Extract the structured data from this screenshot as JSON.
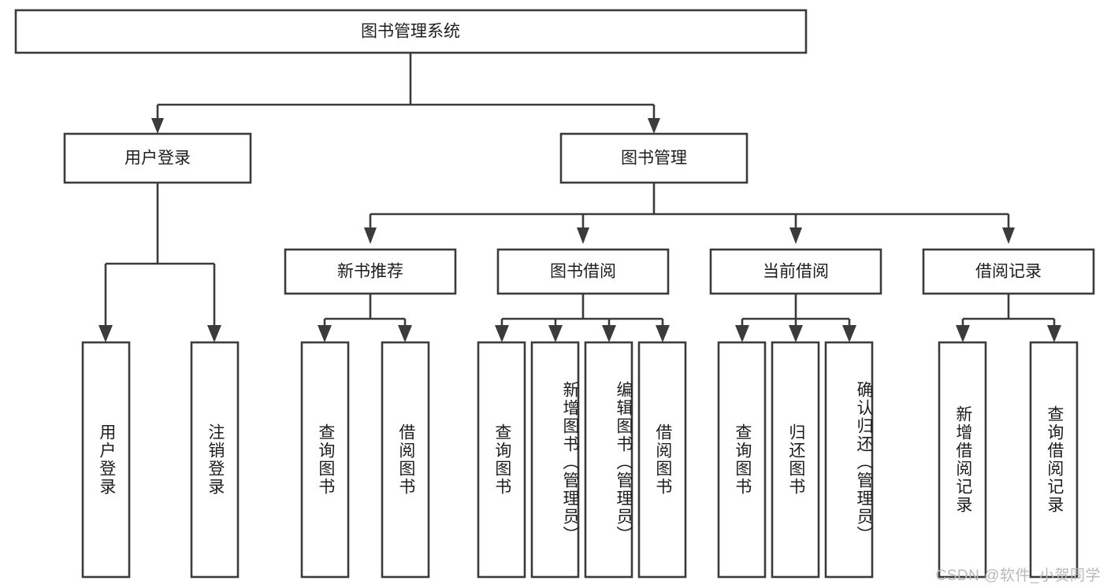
{
  "diagram": {
    "type": "tree",
    "title": "图书管理系统",
    "watermark": "CSDN @软件_小贺同学",
    "colors": {
      "stroke": "#3b3b3b",
      "box_fill": "#ffffff",
      "text": "#1d1d1d",
      "watermark": "#b9b9b9",
      "background": "#ffffff"
    },
    "levels": {
      "root": {
        "label": "图书管理系统"
      },
      "level1": [
        {
          "label": "用户登录"
        },
        {
          "label": "图书管理"
        }
      ],
      "level2": [
        {
          "label": "新书推荐"
        },
        {
          "label": "图书借阅"
        },
        {
          "label": "当前借阅"
        },
        {
          "label": "借阅记录"
        }
      ],
      "leaves": {
        "user_login": [
          {
            "label": "用户登录"
          },
          {
            "label": "注销登录"
          }
        ],
        "new_book_recommend": [
          {
            "label": "查询图书"
          },
          {
            "label": "借阅图书"
          }
        ],
        "book_borrow": [
          {
            "label": "查询图书"
          },
          {
            "label": "新增图书（管理员）"
          },
          {
            "label": "编辑图书（管理员）"
          },
          {
            "label": "借阅图书"
          }
        ],
        "current_borrow": [
          {
            "label": "查询图书"
          },
          {
            "label": "归还图书"
          },
          {
            "label": "确认归还（管理员）"
          }
        ],
        "borrow_record": [
          {
            "label": "新增借阅记录"
          },
          {
            "label": "查询借阅记录"
          }
        ]
      }
    }
  }
}
